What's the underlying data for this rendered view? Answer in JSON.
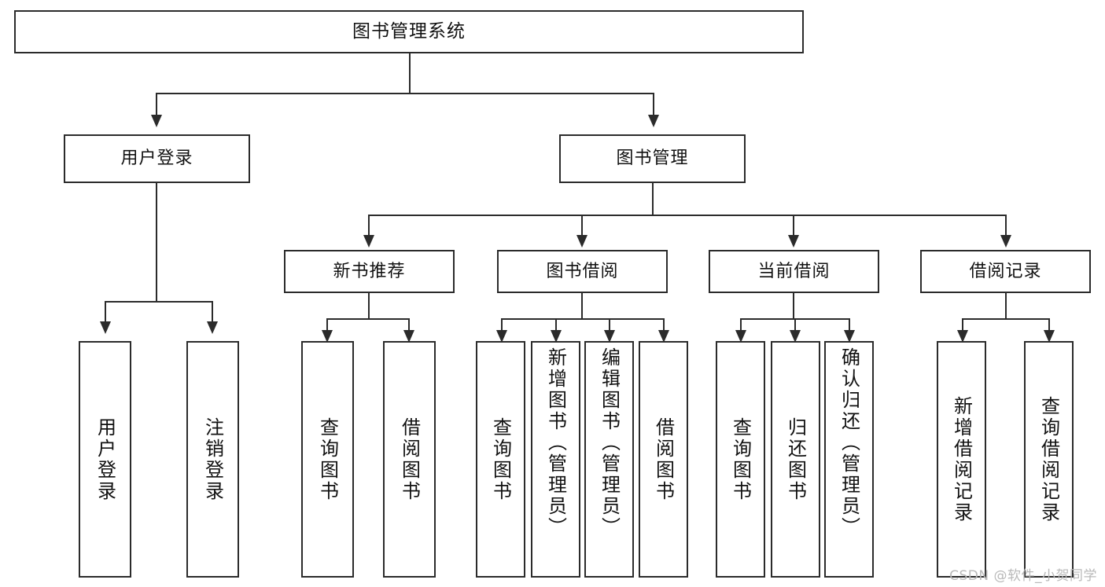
{
  "diagram": {
    "title": "图书管理系统",
    "type": "tree",
    "watermark": "CSDN @软件_小贺同学",
    "colors": {
      "stroke": "#2b2b2b",
      "fill": "#ffffff",
      "text": "#111111",
      "watermark": "#b9b9b9"
    },
    "root": {
      "label": "图书管理系统"
    },
    "level2": [
      {
        "label": "用户登录"
      },
      {
        "label": "图书管理"
      }
    ],
    "level3": [
      {
        "label": "新书推荐"
      },
      {
        "label": "图书借阅"
      },
      {
        "label": "当前借阅"
      },
      {
        "label": "借阅记录"
      }
    ],
    "leaves": {
      "user_login": [
        {
          "label": "用户登录"
        },
        {
          "label": "注销登录"
        }
      ],
      "new_book_recommend": [
        {
          "label": "查询图书"
        },
        {
          "label": "借阅图书"
        }
      ],
      "book_borrow": [
        {
          "label": "查询图书"
        },
        {
          "label": "新增图书（管理员）"
        },
        {
          "label": "编辑图书（管理员）"
        },
        {
          "label": "借阅图书"
        }
      ],
      "current_borrow": [
        {
          "label": "查询图书"
        },
        {
          "label": "归还图书"
        },
        {
          "label": "确认归还（管理员）"
        }
      ],
      "borrow_record": [
        {
          "label": "新增借阅记录"
        },
        {
          "label": "查询借阅记录"
        }
      ]
    }
  }
}
